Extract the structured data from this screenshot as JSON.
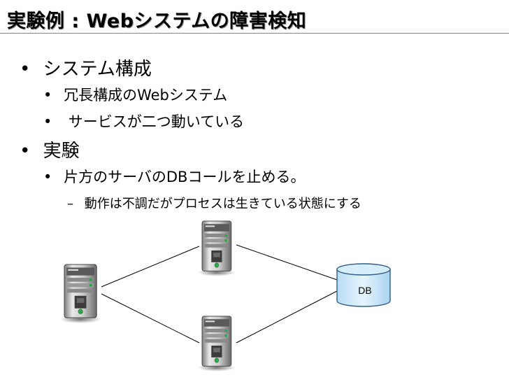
{
  "slide": {
    "title": "実験例 : Webシステムの障害検知"
  },
  "bullets": [
    {
      "level": 1,
      "marker": "•",
      "text": "システム構成"
    },
    {
      "level": 2,
      "marker": "•",
      "text": "冗長構成のWebシステム"
    },
    {
      "level": 2,
      "marker": "•",
      "text": " サービスが二つ動いている"
    },
    {
      "level": 1,
      "marker": "•",
      "text": "実験"
    },
    {
      "level": 2,
      "marker": "•",
      "text": "片方のサーバのDBコールを止める。"
    },
    {
      "level": 3,
      "marker": "–",
      "text": "動作は不調だがプロセスは生きている状態にする"
    }
  ],
  "diagram": {
    "db_label": "DB",
    "colors": {
      "db_fill": "#d6eefc",
      "db_stroke": "#2f5f8a",
      "server_body": "#c8c8c8",
      "server_led": "#2aa84a",
      "line": "#000000"
    }
  }
}
